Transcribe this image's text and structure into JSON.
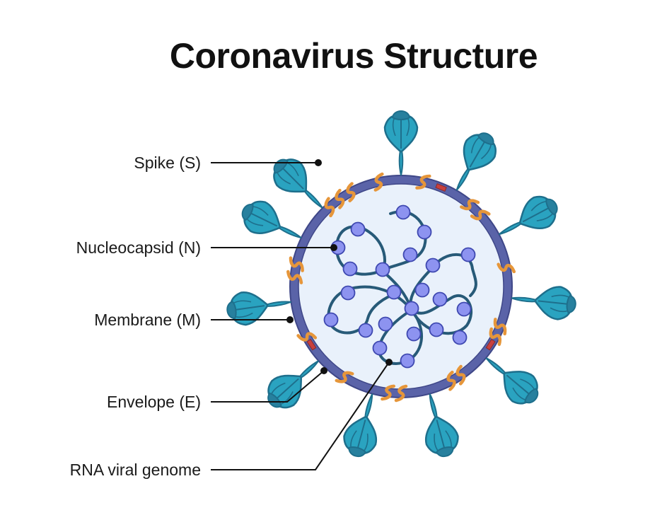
{
  "title": "Coronavirus Structure",
  "labels": {
    "spike": "Spike (S)",
    "nucleocapsid": "Nucleocapsid (N)",
    "membrane": "Membrane (M)",
    "envelope": "Envelope (E)",
    "rna": "RNA viral genome"
  },
  "colors": {
    "membrane_ring": "#5a63a8",
    "interior": "#e9f1fb",
    "spike": "#2aa3c0",
    "spike_dark": "#1e6f8c",
    "membrane_protein": "#e6963a",
    "envelope_protein": "#c8403e",
    "nucleocapsid": "#8d93f0",
    "rna_strand": "#275a78",
    "leader": "#111111"
  },
  "icons": {
    "spike": "spike-protein-icon",
    "membrane": "membrane-protein-icon",
    "envelope": "envelope-protein-icon",
    "nucleocapsid": "nucleocapsid-bead-icon"
  }
}
